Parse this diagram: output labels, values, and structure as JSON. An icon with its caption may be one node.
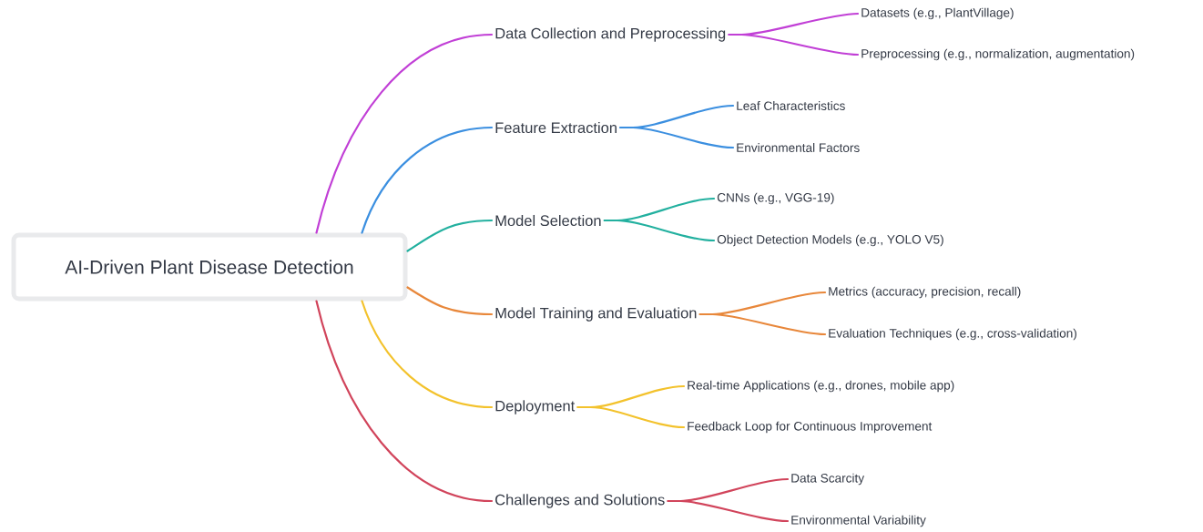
{
  "diagram": {
    "nodes": [
      {
        "text": [
          "AI-Driven Plant Disease Detection"
        ]
      },
      {
        "text": [
          "Data Collection and Preprocessing"
        ]
      },
      {
        "text": [
          "Datasets (e.g., PlantVillage)"
        ]
      },
      {
        "text": [
          "Preprocessing (e.g., normalization, augmentation)"
        ]
      },
      {
        "text": [
          "Feature Extraction"
        ]
      },
      {
        "text": [
          "Leaf Characteristics"
        ]
      },
      {
        "text": [
          "Environmental Factors"
        ]
      },
      {
        "text": [
          "Model Selection"
        ]
      },
      {
        "text": [
          "CNNs (e.g., VGG-19)"
        ]
      },
      {
        "text": [
          "Object Detection Models (e.g., YOLO V5)"
        ]
      },
      {
        "text": [
          "Model Training and Evaluation"
        ]
      },
      {
        "text": [
          "Metrics (accuracy, precision, recall)"
        ]
      },
      {
        "text": [
          "Evaluation Techniques (e.g., cross-validation)"
        ]
      },
      {
        "text": [
          "Deployment"
        ]
      },
      {
        "text": [
          "Real-time Applications (e.g., drones, mobile app)"
        ]
      },
      {
        "text": [
          "Feedback Loop for Continuous Improvement"
        ]
      },
      {
        "text": [
          "Challenges and Solutions"
        ]
      },
      {
        "text": [
          "Data Scarcity"
        ]
      },
      {
        "text": [
          "Environmental Variability"
        ]
      }
    ],
    "edges": [
      {
        "from": 0,
        "to": 1,
        "arrow": "none",
        "color": "#c13fd6"
      },
      {
        "from": 1,
        "to": 2,
        "arrow": "none",
        "color": "#c13fd6"
      },
      {
        "from": 1,
        "to": 3,
        "arrow": "none",
        "color": "#c13fd6"
      },
      {
        "from": 0,
        "to": 4,
        "arrow": "none",
        "color": "#3b8fe0"
      },
      {
        "from": 4,
        "to": 5,
        "arrow": "none",
        "color": "#3b8fe0"
      },
      {
        "from": 4,
        "to": 6,
        "arrow": "none",
        "color": "#3b8fe0"
      },
      {
        "from": 0,
        "to": 7,
        "arrow": "none",
        "color": "#22b09f"
      },
      {
        "from": 7,
        "to": 8,
        "arrow": "none",
        "color": "#22b09f"
      },
      {
        "from": 7,
        "to": 9,
        "arrow": "none",
        "color": "#22b09f"
      },
      {
        "from": 0,
        "to": 10,
        "arrow": "none",
        "color": "#e8873a"
      },
      {
        "from": 10,
        "to": 11,
        "arrow": "none",
        "color": "#e8873a"
      },
      {
        "from": 10,
        "to": 12,
        "arrow": "none",
        "color": "#e8873a"
      },
      {
        "from": 0,
        "to": 13,
        "arrow": "none",
        "color": "#f3c22c"
      },
      {
        "from": 13,
        "to": 14,
        "arrow": "none",
        "color": "#f3c22c"
      },
      {
        "from": 13,
        "to": 15,
        "arrow": "none",
        "color": "#f3c22c"
      },
      {
        "from": 0,
        "to": 16,
        "arrow": "none",
        "color": "#d1445b"
      },
      {
        "from": 16,
        "to": 17,
        "arrow": "none",
        "color": "#d1445b"
      },
      {
        "from": 16,
        "to": 18,
        "arrow": "none",
        "color": "#d1445b"
      }
    ]
  }
}
